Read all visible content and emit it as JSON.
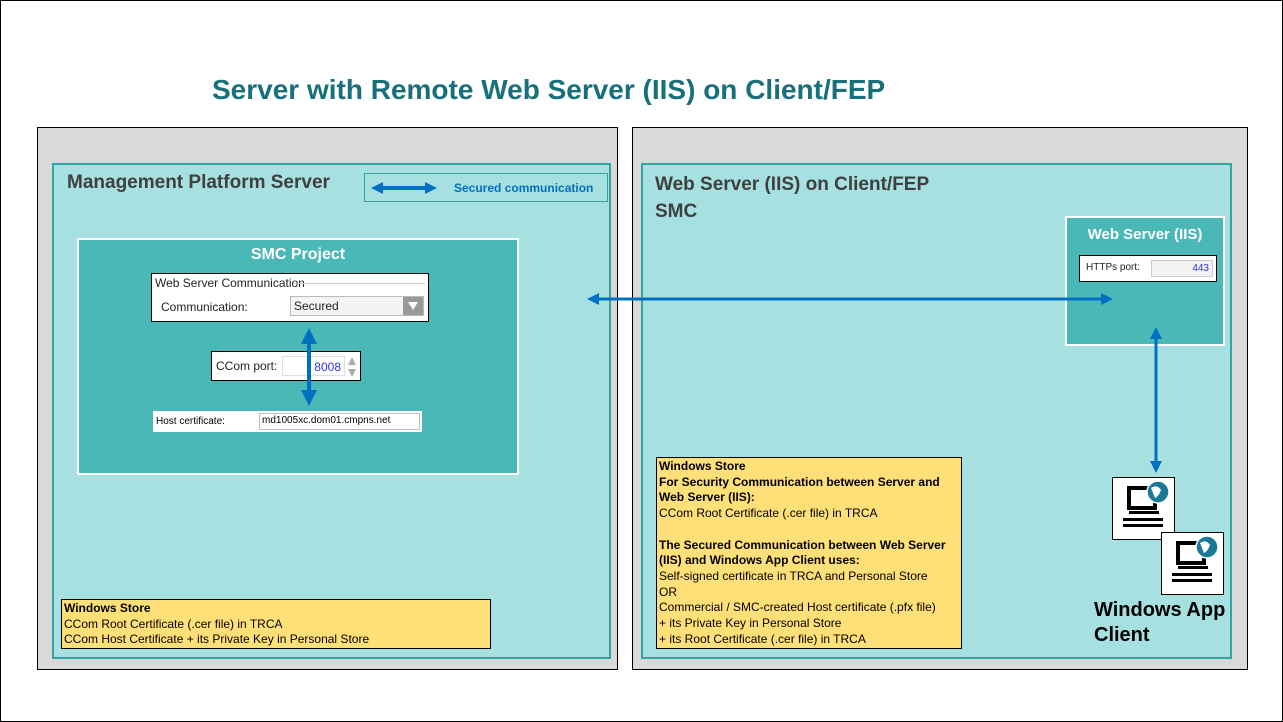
{
  "title": "Server with Remote Web Server (IIS) on Client/FEP",
  "colors": {
    "title": "#17707a",
    "arrow": "#0070c0",
    "teal_light": "#a6e0e1",
    "teal_dark": "#4bb8b8",
    "note": "#ffdf78",
    "gray": "#d9d9d9"
  },
  "left": {
    "header": "Management Platform Server",
    "legend": {
      "icon": "double-arrow-icon",
      "label": "Secured communication"
    },
    "project": {
      "title": "SMC Project",
      "group_label": "Web Server Communication",
      "communication_label": "Communication:",
      "communication_value": "Secured",
      "ccom_port_label": "CCom port:",
      "ccom_port_value": "8008",
      "host_cert_label": "Host certificate:",
      "host_cert_value": "md1005xc.dom01.cmpns.net"
    },
    "store": {
      "title": "Windows Store",
      "lines": [
        "CCom Root Certificate (.cer file) in TRCA",
        "CCom Host Certificate + its Private Key in Personal Store"
      ]
    }
  },
  "right": {
    "header": "Web Server (IIS) on Client/FEP",
    "subheader": "SMC",
    "iis": {
      "title": "Web Server (IIS)",
      "port_label": "HTTPs port:",
      "port_value": "443"
    },
    "store": {
      "title": "Windows Store",
      "b1": "For  Security Communication  between  Server and",
      "b2": "Web Server (IIS):",
      "l1": "CCom Root Certificate (.cer file) in TRCA",
      "b3": "The  Secured Communication  between Web Server",
      "b4": "(IIS) and Windows App Client uses:",
      "l2": "Self-signed certificate in TRCA  and Personal Store",
      "l3": "OR",
      "l4": "Commercial / SMC-created Host certificate (.pfx file)",
      "l5": "+  its Private  Key in Personal Store",
      "l6": "+  its Root Certificate (.cer file) in TRCA"
    },
    "client_label_1": "Windows App",
    "client_label_2": "Client"
  }
}
